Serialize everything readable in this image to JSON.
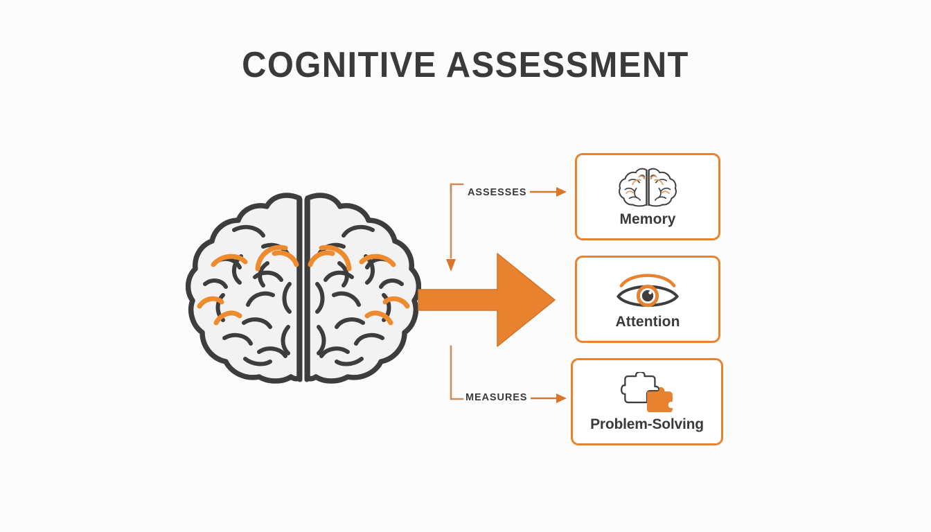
{
  "page": {
    "title": "COGNITIVE ASSESSMENT",
    "background_color": "#fcfcfc",
    "accent_color": "#e8822e",
    "text_color": "#3a3a3a"
  },
  "diagram": {
    "source": {
      "name": "brain-illustration",
      "icon": "brain-icon",
      "description": "Top-down human brain with two hemispheres"
    },
    "flow_arrow": {
      "name": "main-flow-arrow",
      "icon": "arrow-right-icon",
      "color": "#e8822e"
    },
    "connectors": [
      {
        "label": "ASSESSES",
        "target": "Memory"
      },
      {
        "label": "MEASURES",
        "target": "Problem-Solving"
      }
    ],
    "cards": [
      {
        "label": "Memory",
        "icon": "brain-icon"
      },
      {
        "label": "Attention",
        "icon": "eye-icon"
      },
      {
        "label": "Problem-Solving",
        "icon": "puzzle-icon"
      }
    ]
  }
}
